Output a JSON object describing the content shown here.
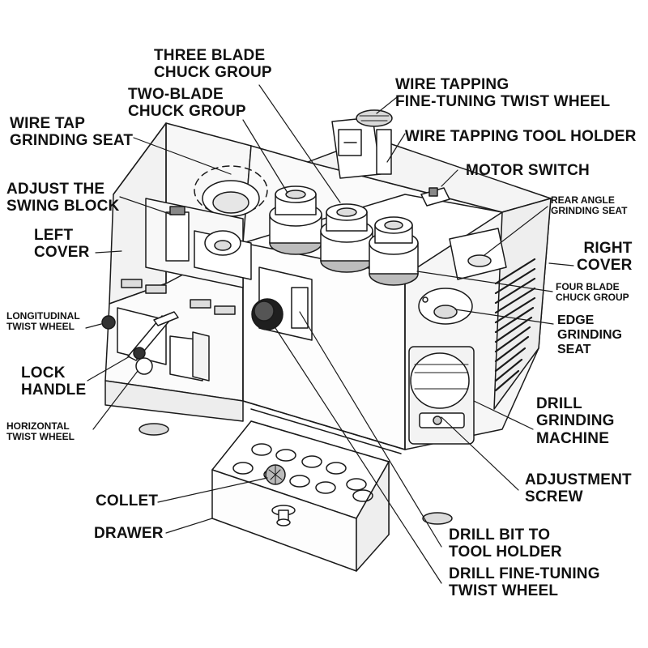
{
  "callouts": [
    {
      "id": "three-blade-chuck-group",
      "lines": [
        "THREE BLADE",
        "CHUCK GROUP"
      ]
    },
    {
      "id": "two-blade-chuck-group",
      "lines": [
        "TWO-BLADE",
        "CHUCK GROUP"
      ]
    },
    {
      "id": "wire-tapping-fine-tuning",
      "lines": [
        "WIRE TAPPING",
        "FINE-TUNING TWIST WHEEL"
      ]
    },
    {
      "id": "wire-tap-grinding-seat",
      "lines": [
        "WIRE TAP",
        "GRINDING SEAT"
      ]
    },
    {
      "id": "wire-tapping-tool-holder",
      "lines": [
        "WIRE TAPPING TOOL HOLDER"
      ]
    },
    {
      "id": "adjust-swing-block",
      "lines": [
        "ADJUST THE",
        "SWING BLOCK"
      ]
    },
    {
      "id": "motor-switch",
      "lines": [
        "MOTOR SWITCH"
      ]
    },
    {
      "id": "rear-angle-grinding-seat",
      "lines": [
        "REAR ANGLE",
        "GRINDING SEAT"
      ]
    },
    {
      "id": "left-cover",
      "lines": [
        "LEFT",
        "COVER"
      ]
    },
    {
      "id": "right-cover",
      "lines": [
        "RIGHT",
        "COVER"
      ]
    },
    {
      "id": "four-blade-chuck-group",
      "lines": [
        "FOUR BLADE",
        "CHUCK GROUP"
      ]
    },
    {
      "id": "longitudinal-twist-wheel",
      "lines": [
        "LONGITUDINAL",
        "TWIST WHEEL"
      ]
    },
    {
      "id": "edge-grinding-seat",
      "lines": [
        "EDGE",
        "GRINDING",
        "SEAT"
      ]
    },
    {
      "id": "lock-handle",
      "lines": [
        "LOCK",
        "HANDLE"
      ]
    },
    {
      "id": "drill-grinding-machine",
      "lines": [
        "DRILL",
        "GRINDING",
        "MACHINE"
      ]
    },
    {
      "id": "horizontal-twist-wheel",
      "lines": [
        "HORIZONTAL",
        "TWIST WHEEL"
      ]
    },
    {
      "id": "adjustment-screw",
      "lines": [
        "ADJUSTMENT",
        "SCREW"
      ]
    },
    {
      "id": "collet",
      "lines": [
        "COLLET"
      ]
    },
    {
      "id": "drawer",
      "lines": [
        "DRAWER"
      ]
    },
    {
      "id": "drill-bit-to-tool-holder",
      "lines": [
        "DRILL BIT TO",
        "TOOL HOLDER"
      ]
    },
    {
      "id": "drill-fine-tuning-twist-wheel",
      "lines": [
        "DRILL FINE-TUNING",
        "TWIST WHEEL"
      ]
    }
  ]
}
